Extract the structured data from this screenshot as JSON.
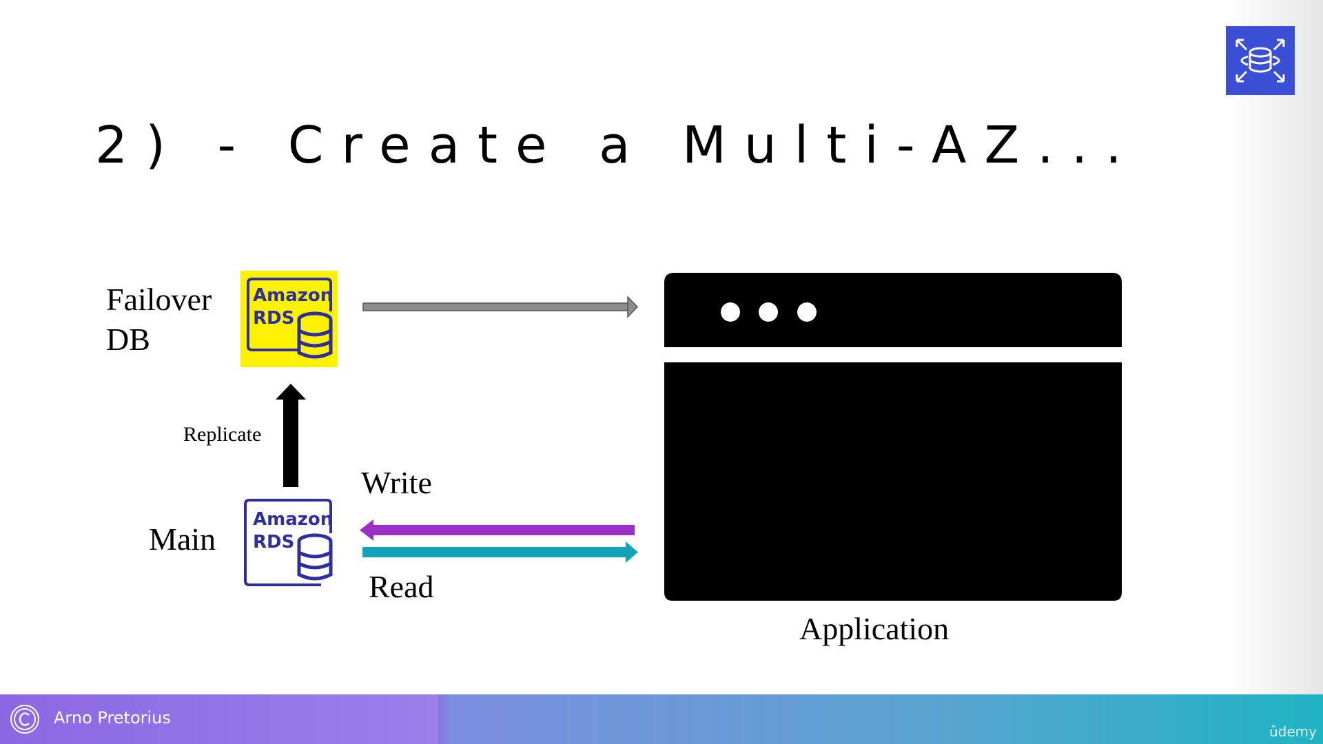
{
  "slide": {
    "title": "2) - Create a Multi-AZ...",
    "labels": {
      "failover_line1": "Failover",
      "failover_line2": "DB",
      "main": "Main",
      "replicate": "Replicate",
      "write": "Write",
      "read": "Read",
      "application": "Application"
    },
    "rds_text_line1": "Amazon",
    "rds_text_line2": "RDS",
    "icons": {
      "corner": "rds-database-icon",
      "failover": "amazon-rds-icon",
      "main": "amazon-rds-icon",
      "application": "browser-window-icon"
    },
    "colors": {
      "failover_bg": "#fff200",
      "rds_blue": "#2e2e9e",
      "write_arrow": "#9b30c8",
      "read_arrow": "#12a3b8",
      "failover_arrow": "#8c8c8c",
      "corner_icon_bg": "#3a4fd6"
    }
  },
  "footer": {
    "author": "Arno Pretorius",
    "brand": "ûdemy"
  }
}
